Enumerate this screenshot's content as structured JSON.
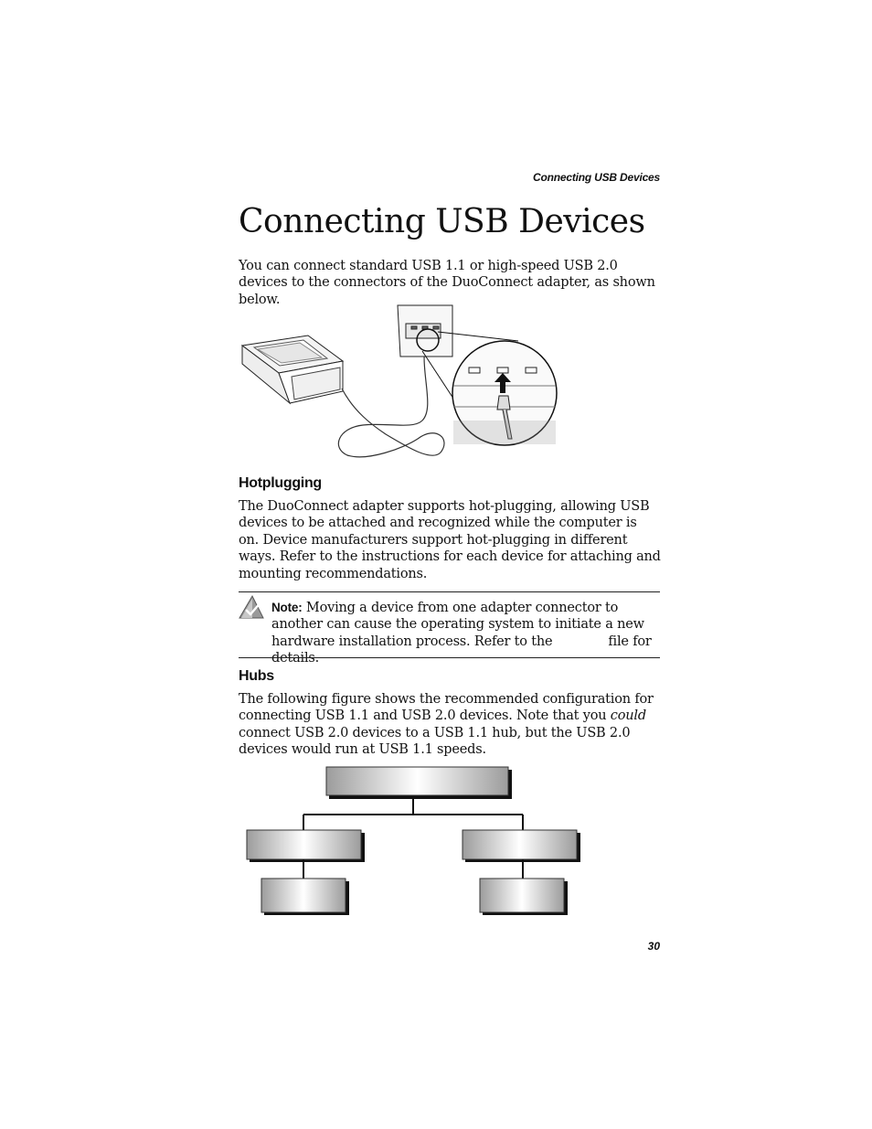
{
  "header": {
    "running_head": "Connecting USB Devices"
  },
  "title": "Connecting USB Devices",
  "intro": "You can connect standard USB 1.1 or high-speed USB 2.0 devices to the connectors of the DuoConnect adapter, as shown below.",
  "hotplugging": {
    "heading": "Hotplugging",
    "body": "The DuoConnect adapter supports hot-plugging, allowing USB devices to be attached and recognized while the computer is on. Device manufacturers support hot-plugging in different ways. Refer to the instructions for each device for attaching and mounting recommendations."
  },
  "note": {
    "label": "Note:",
    "text_before": "Moving a device from one adapter connector to another can cause the operating system to initiate a new hardware installation process. Refer to the",
    "text_after": "file for details.",
    "icon": "note-check-icon"
  },
  "hubs": {
    "heading": "Hubs",
    "body_before": "The following figure shows the recommended configuration for connecting USB 1.1 and USB 2.0 devices. Note that you",
    "body_emphasis": "could",
    "body_after": "connect USB 2.0 devices to a USB 1.1 hub, but the USB 2.0 devices would run at USB 1.1 speeds."
  },
  "figures": {
    "usb_connection": {
      "icon": "usb-connection-illustration"
    },
    "hub_diagram": {
      "icon": "hub-configuration-diagram"
    }
  },
  "footer": {
    "page_number": "30"
  }
}
